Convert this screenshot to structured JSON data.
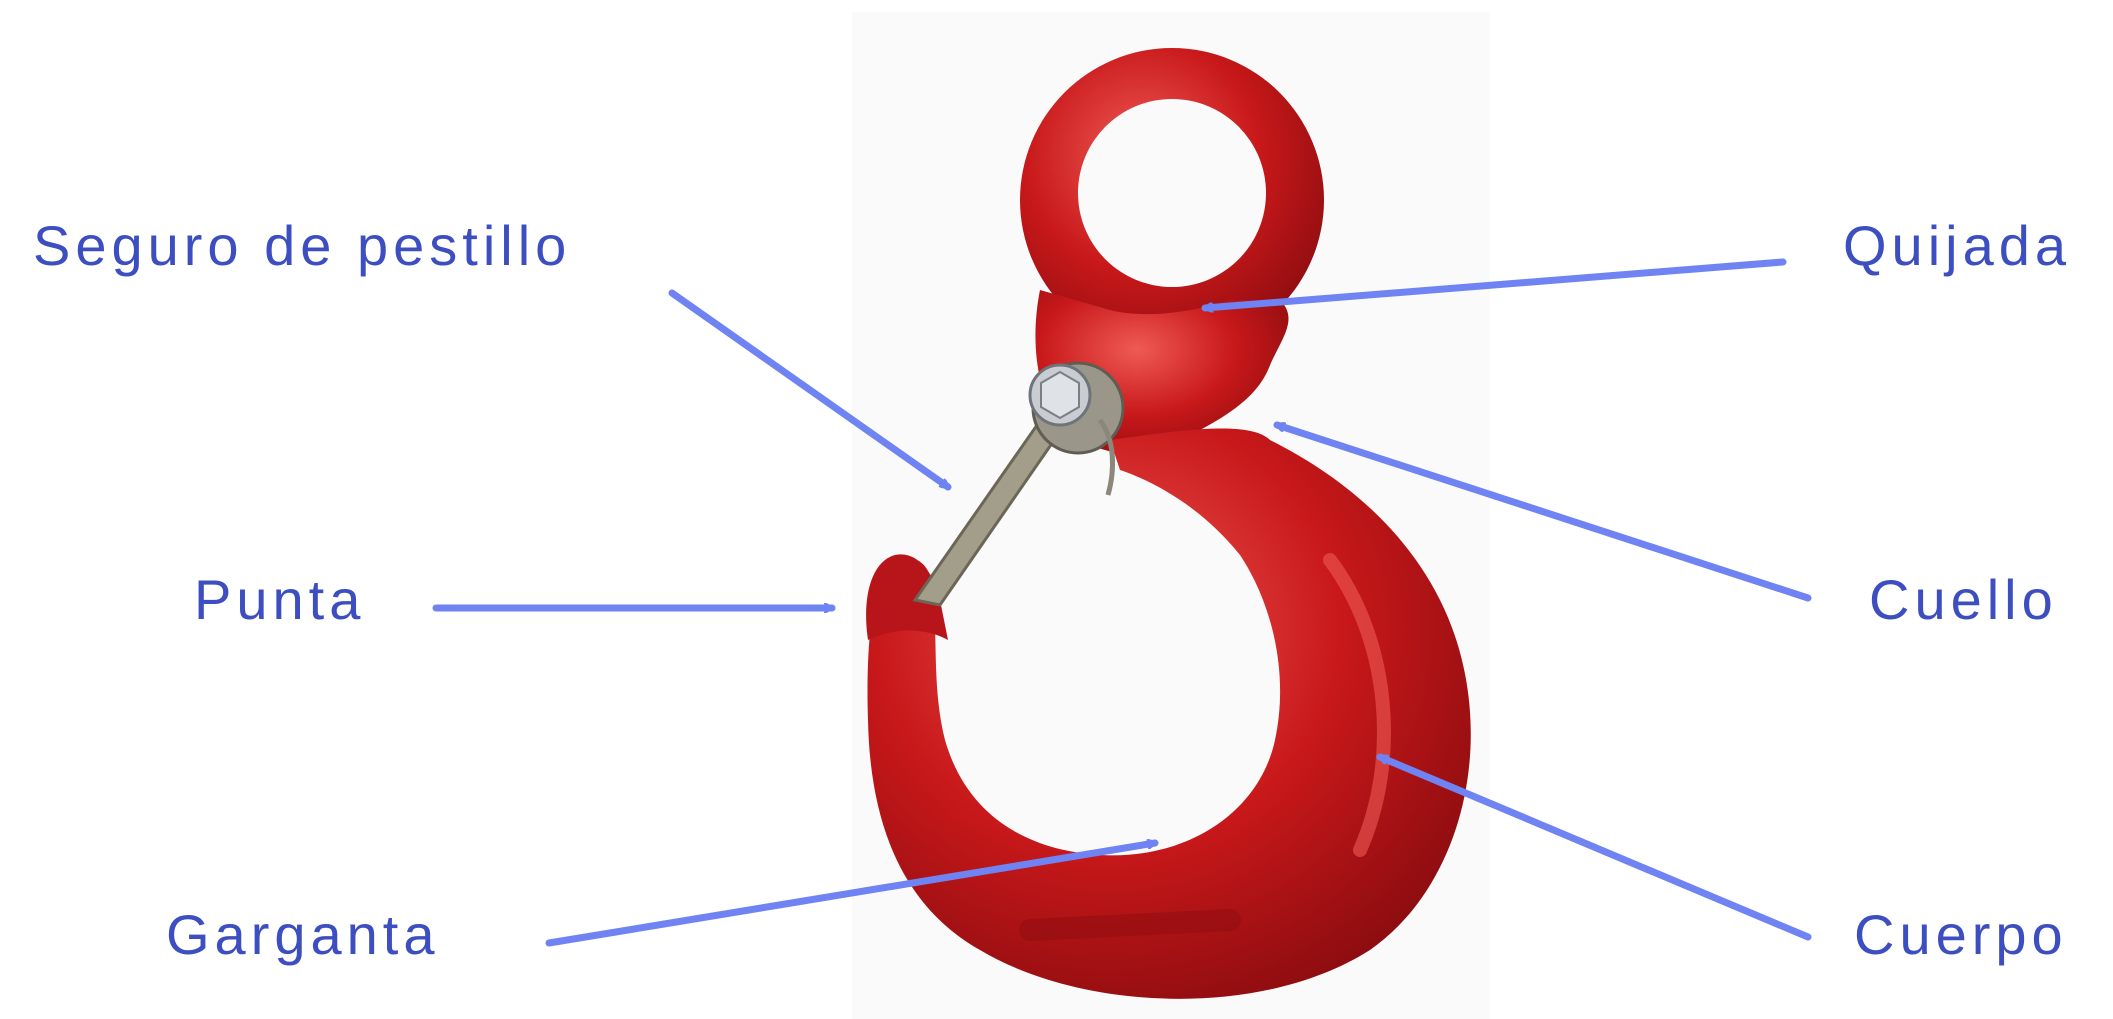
{
  "diagram": {
    "colors": {
      "label": "#3d4fc0",
      "arrow": "#6f83f2",
      "hook": "#c8181a",
      "hook_shadow": "#8f0d10",
      "hook_highlight": "#ef5a55",
      "latch": "#a39e8a",
      "bolt": "#c9ccd0",
      "photo_bg": "#fafafa"
    },
    "labels": {
      "latch": "Seguro de pestillo",
      "tip": "Punta",
      "throat": "Garganta",
      "jaw": "Quijada",
      "neck": "Cuello",
      "body": "Cuerpo"
    },
    "icons": {
      "hook": "hook-icon",
      "arrow": "arrow-icon"
    }
  }
}
